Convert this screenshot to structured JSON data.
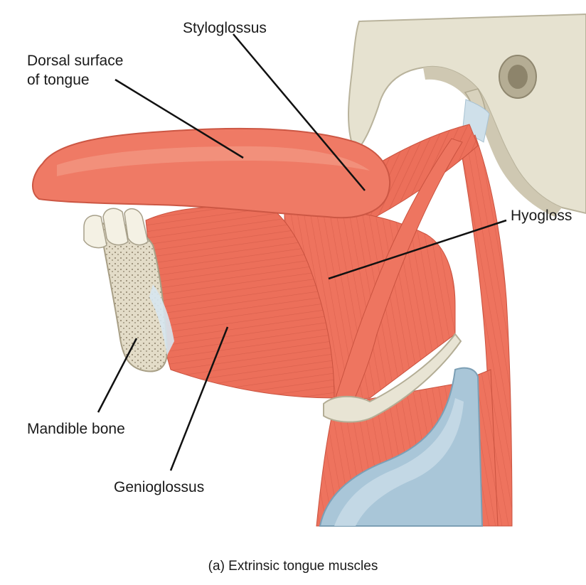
{
  "labels": {
    "dorsal_surface": "Dorsal surface\nof tongue",
    "styloglossus": "Styloglossus",
    "hyoglossus": "Hyogloss",
    "mandible_bone": "Mandible bone",
    "genioglossus": "Genioglossus"
  },
  "caption": "(a) Extrinsic tongue muscles",
  "colors": {
    "muscle": "#ec6f5a",
    "muscle_dark": "#d9533f",
    "muscle_light": "#f59a85",
    "bone": "#e7e3d3",
    "bone_shadow": "#c9c3ad",
    "tendon": "#c8dce8",
    "cartilage": "#a9c5d6",
    "leader_line": "#111111"
  }
}
